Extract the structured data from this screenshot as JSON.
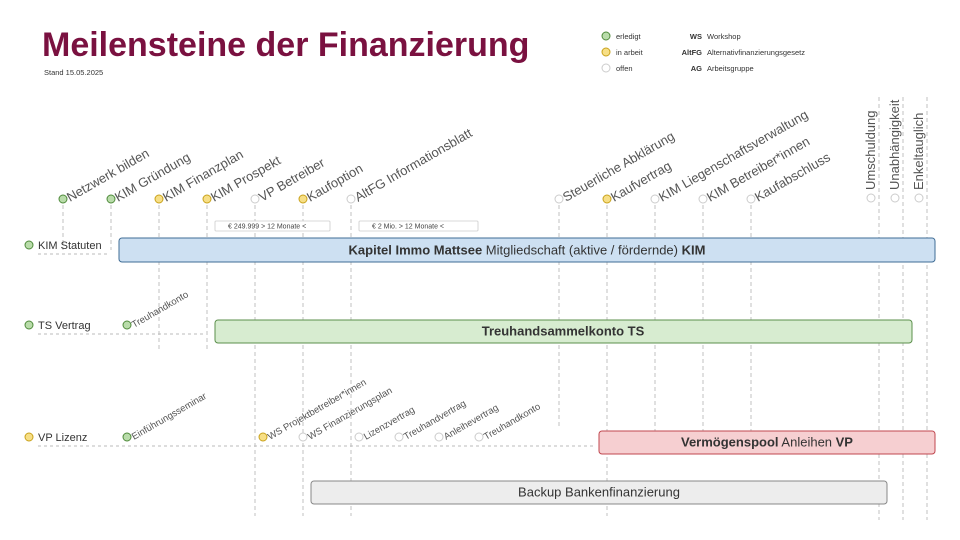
{
  "title": "Meilensteine der Finanzierung",
  "stand": "Stand 15.05.2025",
  "colors": {
    "title": "#7a1140",
    "done_fill": "#b9dcaa",
    "done_stroke": "#4e8a3a",
    "progress_fill": "#f7df86",
    "progress_stroke": "#c9a21c",
    "open_fill": "#ffffff",
    "open_stroke": "#cccccc",
    "kim_fill": "#cde0f2",
    "kim_stroke": "#3f6c95",
    "ts_fill": "#d7ecd0",
    "ts_stroke": "#5b8f4b",
    "vp_fill": "#f6cfd1",
    "vp_stroke": "#c0474f",
    "backup_fill": "#ededed",
    "backup_stroke": "#888888"
  },
  "legend": {
    "status": [
      {
        "key": "done",
        "label": "erledigt"
      },
      {
        "key": "progress",
        "label": "in arbeit"
      },
      {
        "key": "open",
        "label": "offen"
      }
    ],
    "abbreviations": [
      {
        "abbr": "WS",
        "text": "Workshop"
      },
      {
        "abbr": "AltFG",
        "text": "Alternativfinanzierungsgesetz"
      },
      {
        "abbr": "AG",
        "text": "Arbeitsgruppe"
      }
    ]
  },
  "top_milestones": [
    {
      "label": "Netzwerk bilden",
      "status": "done"
    },
    {
      "label": "KIM Gründung",
      "status": "done"
    },
    {
      "label": "KIM Finanzplan",
      "status": "progress"
    },
    {
      "label": "KIM Prospekt",
      "status": "progress"
    },
    {
      "label": "VP Betreiber",
      "status": "open"
    },
    {
      "label": "Kaufoption",
      "status": "progress"
    },
    {
      "label": "AltFG Informationsblatt",
      "status": "open"
    },
    {
      "label": "Steuerliche Abklärung",
      "status": "open"
    },
    {
      "label": "Kaufvertrag",
      "status": "progress"
    },
    {
      "label": "KIM Liegenschaftsverwaltung",
      "status": "open"
    },
    {
      "label": "KIM Betreiber*innen",
      "status": "open"
    },
    {
      "label": "Kaufabschluss",
      "status": "open"
    }
  ],
  "right_milestones": [
    {
      "label": "Umschuldung",
      "status": "open"
    },
    {
      "label": "Unabhängigkeit",
      "status": "open"
    },
    {
      "label": "Enkeltauglich",
      "status": "open"
    }
  ],
  "notes": [
    {
      "text": "€ 249.999 >   12 Monate <"
    },
    {
      "text": "€ 2 Mio. >   12 Monate <"
    }
  ],
  "rows": [
    {
      "label": "KIM Statuten",
      "status": "done"
    },
    {
      "label": "TS Vertrag",
      "status": "done"
    },
    {
      "label": "VP Lizenz",
      "status": "progress"
    }
  ],
  "ts_milestones": [
    {
      "label": "Treuhandkonto",
      "status": "done"
    }
  ],
  "vp_milestones": [
    {
      "label": "Einführungsseminar",
      "status": "done"
    },
    {
      "label": "WS Projektbetreiber*innen",
      "status": "progress"
    },
    {
      "label": "WS Finanzierungsplan",
      "status": "open"
    },
    {
      "label": "Lizenzvertrag",
      "status": "open"
    },
    {
      "label": "Treuhandvertrag",
      "status": "open"
    },
    {
      "label": "Anleihevertrag",
      "status": "open"
    },
    {
      "label": "Treuhandkonto",
      "status": "open"
    }
  ],
  "bars": {
    "kim": {
      "bold_start": "Kapitel Immo Mattsee",
      "normal": "Mitgliedschaft (aktive / fördernde)",
      "bold_end": "KIM"
    },
    "ts": {
      "bold": "Treuhandsammelkonto TS"
    },
    "vp": {
      "bold_start": "Vermögenspool",
      "normal": "Anleihen",
      "bold_end": "VP"
    },
    "backup": {
      "normal": "Backup Bankenfinanzierung"
    }
  }
}
